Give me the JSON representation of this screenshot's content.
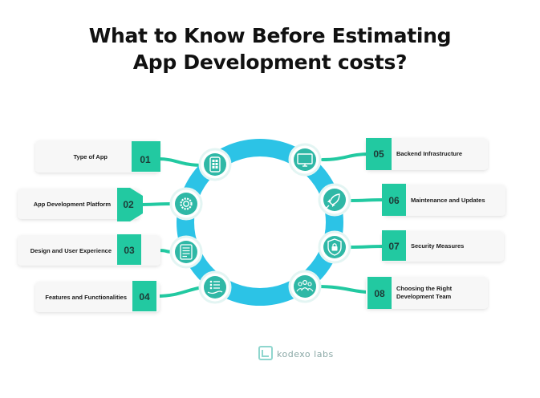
{
  "title": {
    "line1": "What to Know Before Estimating",
    "line2": "App Development costs?"
  },
  "colors": {
    "ring": "#2cc3e6",
    "teal": "#22c9a1",
    "card": "#f7f7f7",
    "icon_bg": "#2fb8a6"
  },
  "items": [
    {
      "number": "01",
      "label": "Type of App",
      "icon": "mobile-app-icon"
    },
    {
      "number": "02",
      "label": "App Development Platform",
      "icon": "gear-icon"
    },
    {
      "number": "03",
      "label": "Design and User Experience",
      "icon": "ux-layout-icon"
    },
    {
      "number": "04",
      "label": "Features and Functionalities",
      "icon": "feature-list-hand-icon"
    },
    {
      "number": "05",
      "label": "Backend Infrastructure",
      "icon": "monitor-icon"
    },
    {
      "number": "06",
      "label": "Maintenance and Updates",
      "icon": "rocket-icon"
    },
    {
      "number": "07",
      "label": "Security Measures",
      "icon": "shield-lock-icon"
    },
    {
      "number": "08",
      "label": "Choosing the Right Development Team",
      "label_line1": "Choosing the Right",
      "label_line2": "Development Team",
      "icon": "team-icon"
    }
  ],
  "logo": {
    "text": "kodexo labs"
  }
}
